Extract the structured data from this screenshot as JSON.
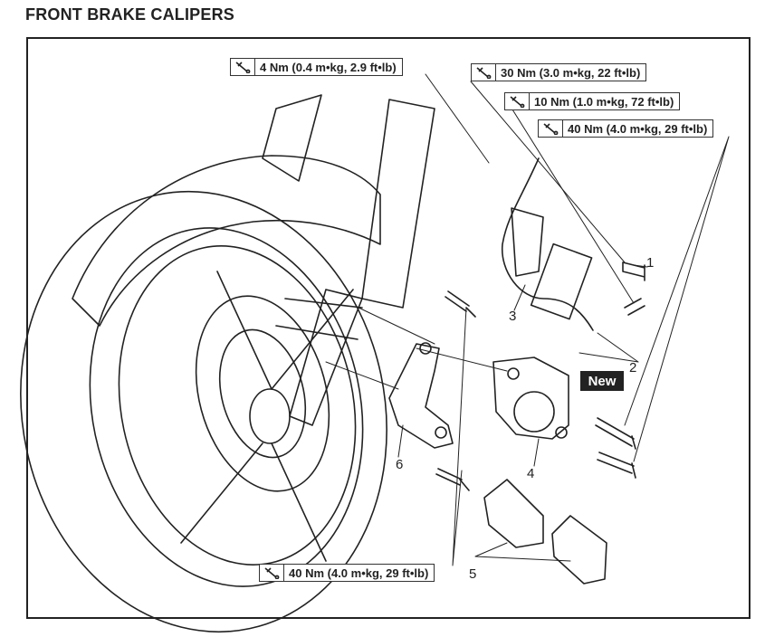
{
  "page": {
    "title": "FRONT BRAKE CALIPERS"
  },
  "torque_specs": [
    {
      "id": "t1",
      "text": "4 Nm (0.4 m•kg, 2.9 ft•lb)"
    },
    {
      "id": "t2",
      "text": "30 Nm (3.0 m•kg, 22 ft•lb)"
    },
    {
      "id": "t3",
      "text": "10 Nm (1.0 m•kg, 72 ft•lb)"
    },
    {
      "id": "t4",
      "text": "40 Nm (4.0 m•kg, 29 ft•lb)"
    },
    {
      "id": "t5",
      "text": "40 Nm (4.0 m•kg, 29 ft•lb)"
    }
  ],
  "callouts": [
    "1",
    "2",
    "3",
    "4",
    "5",
    "6"
  ],
  "badge": {
    "text": "New"
  },
  "icons": {
    "torque": "torque-wrench-icon"
  }
}
